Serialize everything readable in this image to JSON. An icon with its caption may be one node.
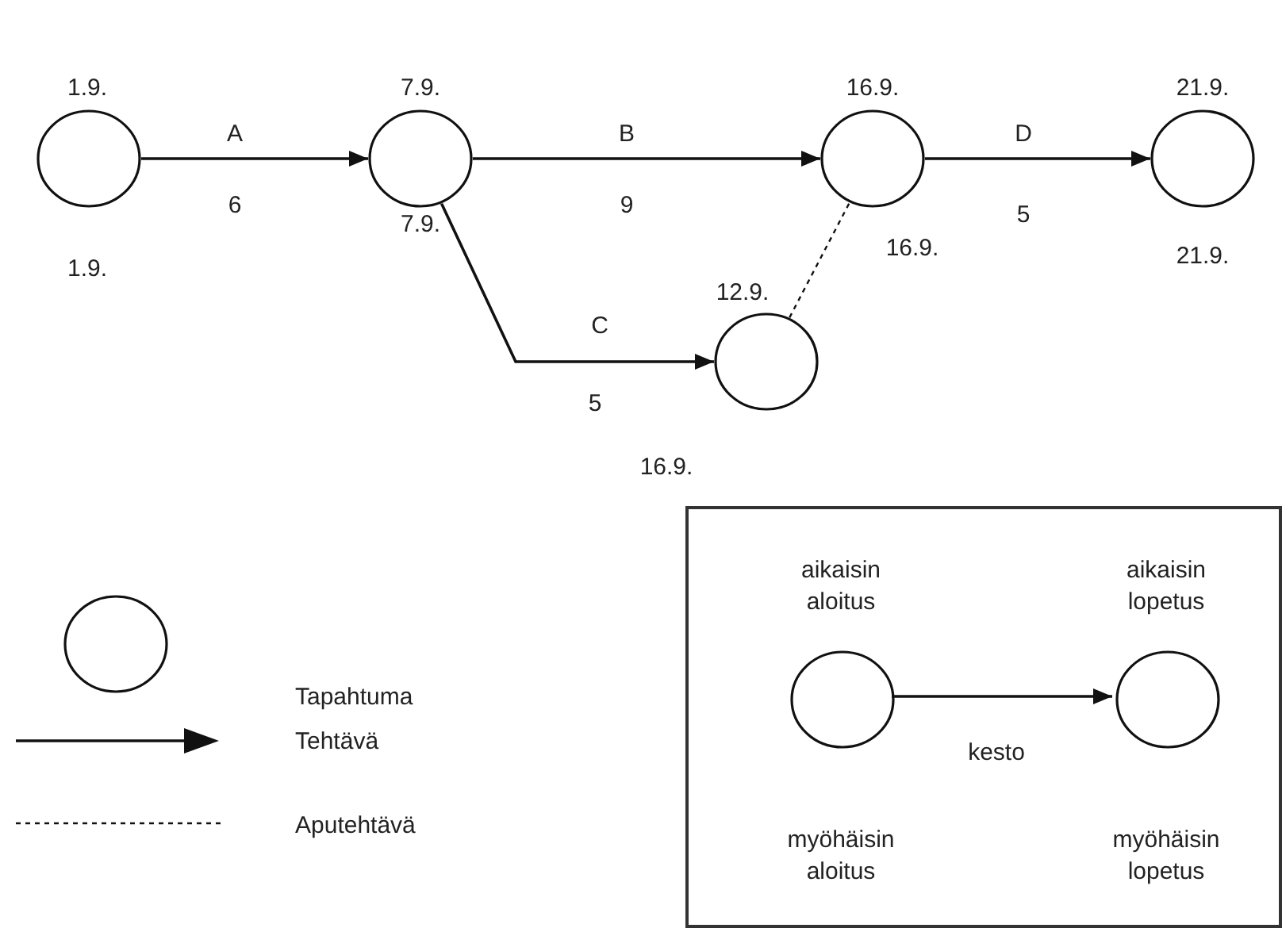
{
  "diagram": {
    "nodes": [
      {
        "text": [],
        "shape": "circle",
        "beside": [
          "1.9.",
          "1.9."
        ]
      },
      {
        "text": [],
        "shape": "circle",
        "beside": [
          "7.9.",
          "7.9."
        ]
      },
      {
        "text": [],
        "shape": "circle",
        "beside": [
          "16.9.",
          "16.9."
        ]
      },
      {
        "text": [],
        "shape": "circle",
        "beside": [
          "21.9.",
          "21.9."
        ]
      },
      {
        "text": [],
        "shape": "circle",
        "beside": [
          "12.9.",
          "16.9."
        ]
      },
      {
        "text": [],
        "shape": "box"
      },
      {
        "text": [],
        "shape": "circle",
        "in": 5,
        "beside": [
          "aikaisin aloitus",
          "myöhäisin aloitus"
        ]
      },
      {
        "text": [],
        "shape": "circle",
        "in": 5,
        "beside": [
          "aikaisin lopetus",
          "myöhäisin lopetus"
        ]
      }
    ],
    "edges": [
      {
        "from": 0,
        "to": 1,
        "arrow": "to",
        "label": "A"
      },
      {
        "from": 1,
        "to": 2,
        "arrow": "to",
        "label": "B"
      },
      {
        "from": 2,
        "to": 3,
        "arrow": "to",
        "label": "D"
      },
      {
        "from": 1,
        "to": 4,
        "arrow": "to",
        "label": "C"
      },
      {
        "from": 4,
        "to": 2,
        "arrow": "none",
        "style": "dashed"
      },
      {
        "from": 6,
        "to": 7,
        "arrow": "to",
        "label": "kesto"
      }
    ],
    "labels": [
      "6",
      "9",
      "5",
      "5"
    ],
    "legend": [
      {
        "text": "Tapahtuma"
      },
      {
        "text": "Tehtävä"
      },
      {
        "text": "Aputehtävä"
      }
    ]
  }
}
